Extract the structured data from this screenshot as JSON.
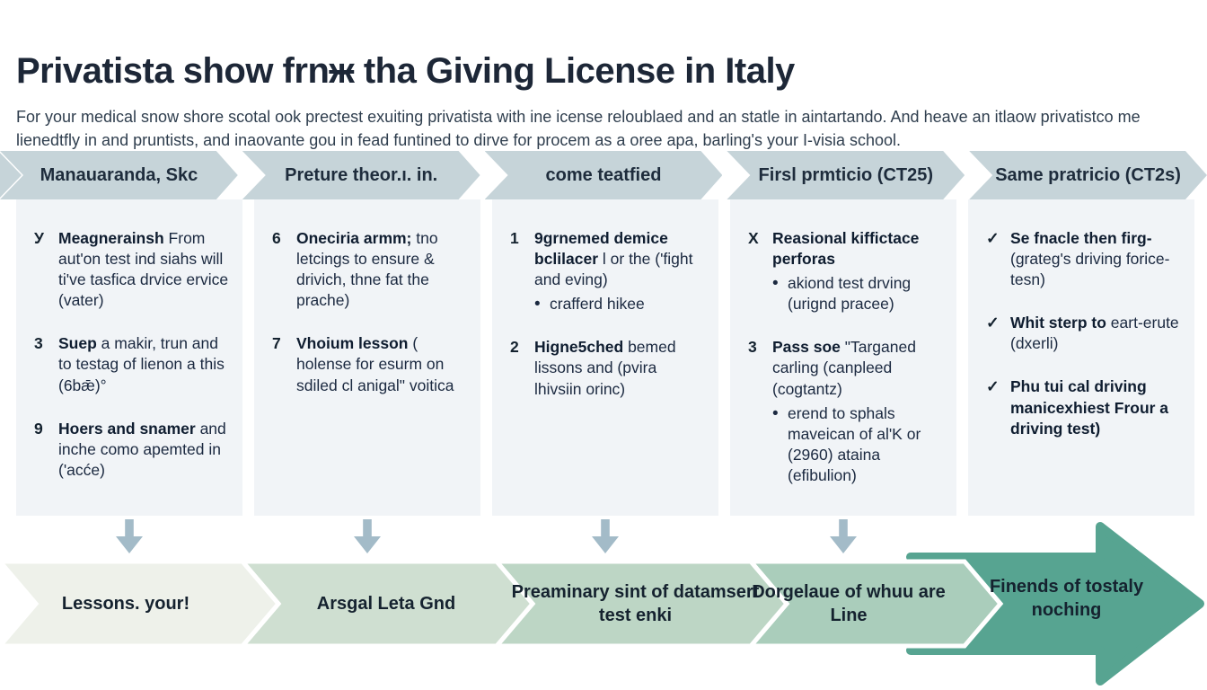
{
  "title": {
    "pre": "Privatista show frn",
    "strike": "ж",
    "post": " tha Giving License in Italy"
  },
  "subtitle": "For your medical snow shore scotal ook prectest exuiting privatista with ine icense reloublaed and an statle in aintartando. And heave an itlaow privatistco me lienedtfly in and pruntists, and inaovante gou in fead funtined to dirve for procem as a oree apa, barling's your I-visia school.",
  "colors": {
    "header_chevron": "#c6d4d9",
    "panel_bg": "#f1f4f7",
    "down_arrow": "#a3bbc8",
    "text_dark": "#1c2a3a",
    "flow_seg1": "#eef1ea",
    "flow_seg2": "#cfdfd1",
    "flow_seg3": "#bdd6c5",
    "flow_seg4": "#aacdbb",
    "flow_arrow": "#57a491"
  },
  "columns": [
    {
      "header": "Manauaranda, Skc",
      "items": [
        {
          "marker": "У",
          "bold": "Meagnerainsh",
          "rest": " From aut'on test ind siahs will ti've tasfica drvice ervice (vater)",
          "bullets": []
        },
        {
          "marker": "3",
          "bold": "Suep",
          "rest": " a makir, trun and to testag of lienon a this (6bǣ)°",
          "bullets": []
        },
        {
          "marker": "9",
          "bold": "Hoers and snamer",
          "rest": " and inche como apemted in ('acće)",
          "bullets": []
        }
      ]
    },
    {
      "header": "Preture theor.ı. in.",
      "items": [
        {
          "marker": "6",
          "bold": "Oneciria armm;",
          "rest": " tno letcings to ensure & drivich, thne fat the prache)",
          "bullets": []
        },
        {
          "marker": "7",
          "bold": "Vhoium lesson",
          "rest": " ( holense for esurm on sdiled cl anigal\" voitica",
          "bullets": []
        }
      ]
    },
    {
      "header": "come teatfied",
      "items": [
        {
          "marker": "1",
          "bold": "9grnemed demice bclilacer",
          "rest": " l or the ('fight and eving)",
          "bullets": [
            "crafferd hikee"
          ]
        },
        {
          "marker": "2",
          "bold": "Higne5ched",
          "rest": " bemed lissons and (pvira lhivsiin orinc)",
          "bullets": []
        }
      ]
    },
    {
      "header": "Firsl prmticio (CT25)",
      "items": [
        {
          "marker": "Х",
          "bold": "Reasional kiffictace perforas",
          "rest": "",
          "bullets": [
            "akiond test drving (urignd pracee)"
          ]
        },
        {
          "marker": "3",
          "bold": "Pass soe",
          "rest": " \"Targaned carling (canpleed (cogtantz)",
          "bullets": [
            "erend to sphals maveican of al'K or (2960) ataina (efibulion)"
          ]
        }
      ]
    },
    {
      "header": "Same pratricio (CT2s)",
      "items": [
        {
          "marker": "✓",
          "bold": "Se fnacle then firg-",
          "rest": " (grateg's driving forice-tesn)",
          "bullets": []
        },
        {
          "marker": "✓",
          "bold": "Whit sterp to",
          "rest": " eart-erute (dxerli)",
          "bullets": []
        },
        {
          "marker": "✓",
          "bold": "Phu tui cal driving manicexhiest Frour a driving test)",
          "rest": "",
          "bullets": []
        }
      ]
    }
  ],
  "flow_steps": [
    {
      "label": "Lessons. your!"
    },
    {
      "label": "Arsgal Leta Gnd"
    },
    {
      "label": "Preaminary sint of datamsert test enki"
    },
    {
      "label": "Dorgelaue of whuu are Line"
    },
    {
      "label": "Finends of tostaly noching"
    }
  ]
}
